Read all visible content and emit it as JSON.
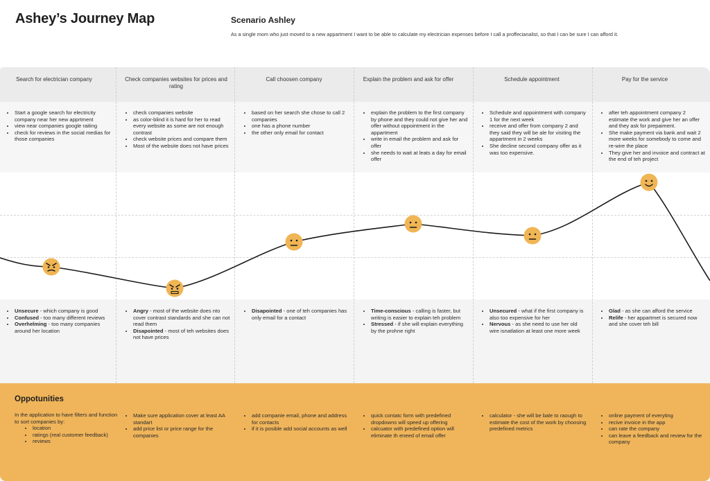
{
  "title": "Ashey’s Journey Map",
  "scenario": {
    "title": "Scenario Ashley",
    "text": "As a single mom who just moved to a new appartment I want to be able to calculate my electrician expenses before I call a proffecianalist, so that I can be sure I can afford it."
  },
  "stages": [
    {
      "header": "Search for electrician company",
      "tasks": [
        "Start a google search for electricity company near her new apprtment",
        "view near companies google raiting",
        "check for reviews in the social medias for those companies"
      ],
      "mood": "angry",
      "feelings": [
        {
          "label": "Unsecure",
          "text": " - which company is good"
        },
        {
          "label": "Confused",
          "text": " - too many different reviews"
        },
        {
          "label": "Overhelming",
          "text": " - too many companies around her location"
        }
      ],
      "opportunities": []
    },
    {
      "header": "Check companies websites for prices and rating",
      "tasks": [
        "check companies website",
        "as color-blind it is hard for her to read every website as some are not enough contrast",
        "check website prices and compare them",
        "Most of the website does not have prices"
      ],
      "mood": "angry",
      "feelings": [
        {
          "label": "Angry",
          "text": " - most of the website does nto cover contrast standards and she can not read them"
        },
        {
          "label": "Disapointed",
          "text": " - most of teh websites does not have prices"
        }
      ],
      "opportunities": [
        "Make sure application cover at least AA standart",
        "add price list or price range for the companies"
      ]
    },
    {
      "header": "Call choosen company",
      "tasks": [
        "based on her search she chose to call 2 companies",
        "one has a phone number",
        "the other only email for contact"
      ],
      "mood": "neutral",
      "feelings": [
        {
          "label": "Disapointed",
          "text": " - one of teh companies has only email for a contact"
        }
      ],
      "opportunities": [
        "add companie email, phone and address for contacts",
        "if it is posible add social accounts as well"
      ]
    },
    {
      "header": "Explain the problem and ask for offer",
      "tasks": [
        "explain the problem to the first company by phone and they could not give her and offer without oppointment in the appartment",
        "write in email the problem and ask for offer",
        "she needs to wait at leats a day for email offer"
      ],
      "mood": "neutral",
      "feelings": [
        {
          "label": "Time-conscious",
          "text": " - calling is faster, but writing is easier to explain teh problem"
        },
        {
          "label": "Stressed",
          "text": " - if she will explain everything by the prohne right"
        }
      ],
      "opportunities": [
        "quick contatc form with predefined dropdowns will speed up offering",
        "calcuator with predefined option will eliminate th eneed of email offer"
      ]
    },
    {
      "header": "Schedule appointment",
      "tasks": [
        "Schedule and oppointment with company 1 for the next week",
        "receive and offer from company 2 and they said they will be ale for visiting the appartment in 2 weeks",
        "She decline second company offer as it was too expensive."
      ],
      "mood": "neutral",
      "feelings": [
        {
          "label": "Unsecured",
          "text": " - what if the first company is also too expensive for her"
        },
        {
          "label": "Nervous",
          "text": " - as she need to use her old wire isnatlation at least one more week"
        }
      ],
      "opportunities": [
        "calculator - she will be bale to raough to estimate the cost of the work by choosing predefined metrics"
      ]
    },
    {
      "header": "Pay for the service",
      "tasks": [
        "after teh appointment company 2 estimate the work and give her an offer and they ask for prepaiment.",
        "She make payment via bank and wait 2 more weeks for somebody to come and re-wire the place",
        "They give her and invoice and contract at the end of teh project"
      ],
      "mood": "happy",
      "feelings": [
        {
          "label": "Glad",
          "text": " - as she can afford the service"
        },
        {
          "label": "Relife",
          "text": " - her appartmet is secured now and she cover teh bill"
        }
      ],
      "opportunities": [
        "online payment of everyting",
        "recive invoice in the app",
        "can rate the company",
        "can leave a feedback and review for the company"
      ]
    }
  ],
  "opportunities_section": {
    "title": "Oppotunities",
    "intro": "In the application to have filters and function to sort companies by:",
    "sub_items": [
      "location",
      "ratings (real customer feedback)",
      "reviews"
    ]
  },
  "colors": {
    "accent": "#f0b55b",
    "face": "#f0b554",
    "line": "#1a1a1a"
  }
}
